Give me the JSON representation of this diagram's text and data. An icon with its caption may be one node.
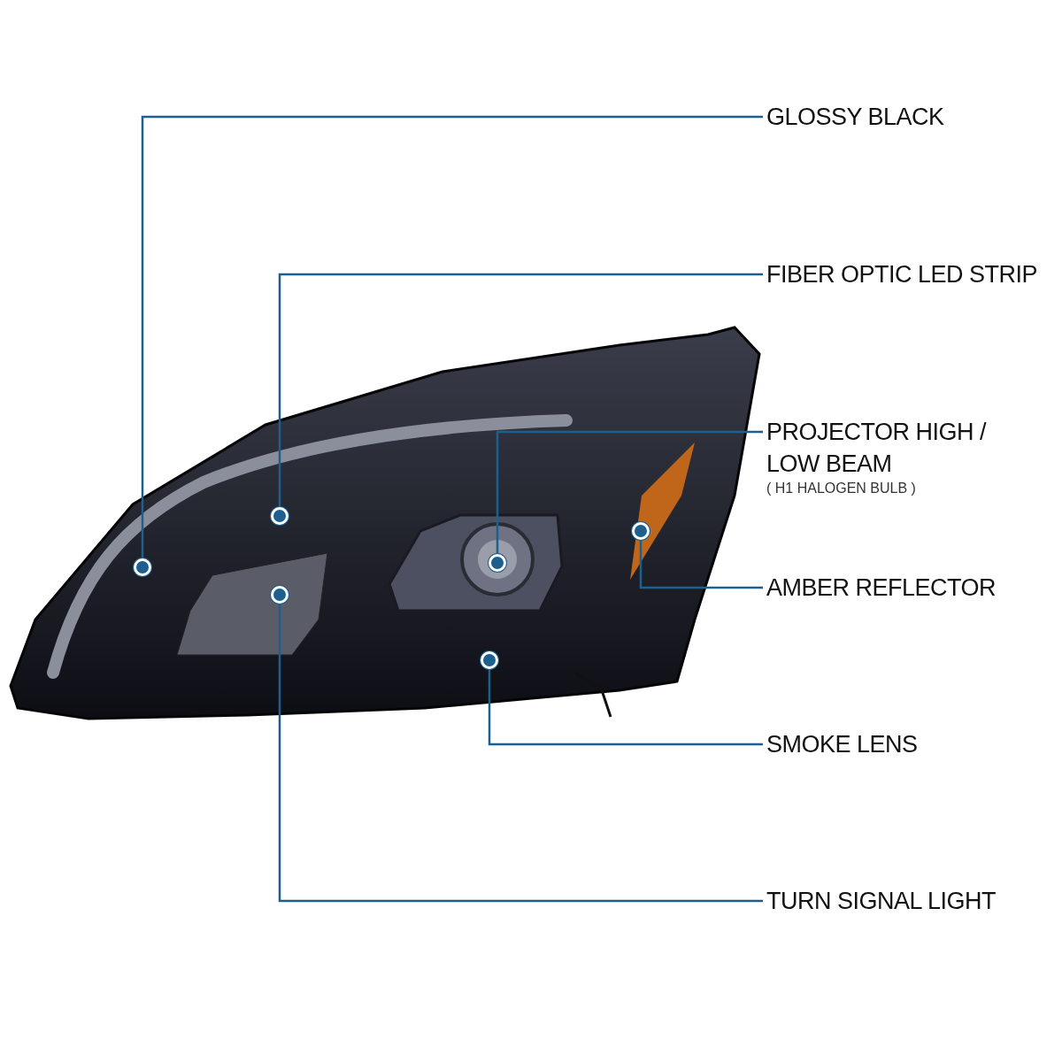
{
  "diagram": {
    "nodes": [
      {
        "text": [
          "GLOSSY BLACK"
        ]
      },
      {
        "text": [
          "FIBER OPTIC LED STRIP"
        ]
      },
      {
        "text": [
          "PROJECTOR HIGH / LOW BEAM",
          "( H1 HALOGEN BULB )"
        ]
      },
      {
        "text": [
          "AMBER REFLECTOR"
        ]
      },
      {
        "text": [
          "SMOKE LENS"
        ]
      },
      {
        "text": [
          "TURN SIGNAL LIGHT"
        ]
      },
      {
        "text": [],
        "shape": "circle"
      },
      {
        "text": [],
        "shape": "circle"
      },
      {
        "text": [],
        "shape": "circle"
      },
      {
        "text": [],
        "shape": "circle"
      },
      {
        "text": [],
        "shape": "circle"
      },
      {
        "text": [],
        "shape": "circle"
      }
    ],
    "edges": [
      {
        "from": 0,
        "to": 6,
        "arrow": "none"
      },
      {
        "from": 1,
        "to": 7,
        "arrow": "none"
      },
      {
        "from": 2,
        "to": 8,
        "arrow": "none"
      },
      {
        "from": 3,
        "to": 9,
        "arrow": "none"
      },
      {
        "from": 4,
        "to": 10,
        "arrow": "none"
      },
      {
        "from": 5,
        "to": 11,
        "arrow": "none"
      }
    ]
  }
}
